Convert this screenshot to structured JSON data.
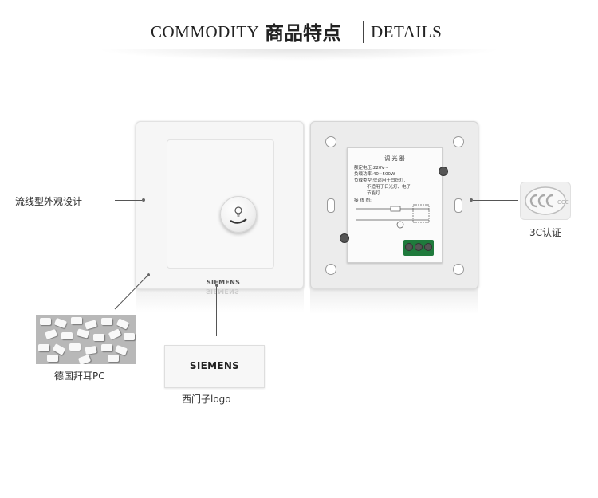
{
  "header": {
    "left": "COMMODITY",
    "middle": "商品特点",
    "right": "DETAILS"
  },
  "product": {
    "brand": "SIEMENS",
    "module": {
      "title": "调 光 器",
      "lines": [
        "额定电压:220V~",
        "负载功率:40~500W",
        "负载类型:仅适用于白炽灯,",
        "不适用于日光灯、电子",
        "节能灯",
        "接 线 图:"
      ]
    }
  },
  "callouts": {
    "design": "流线型外观设计",
    "material": "德国拜耳PC",
    "logo": "西门子logo",
    "logo_sample": "SIEMENS",
    "cert": "3C认证",
    "cert_mark": "CCC"
  }
}
